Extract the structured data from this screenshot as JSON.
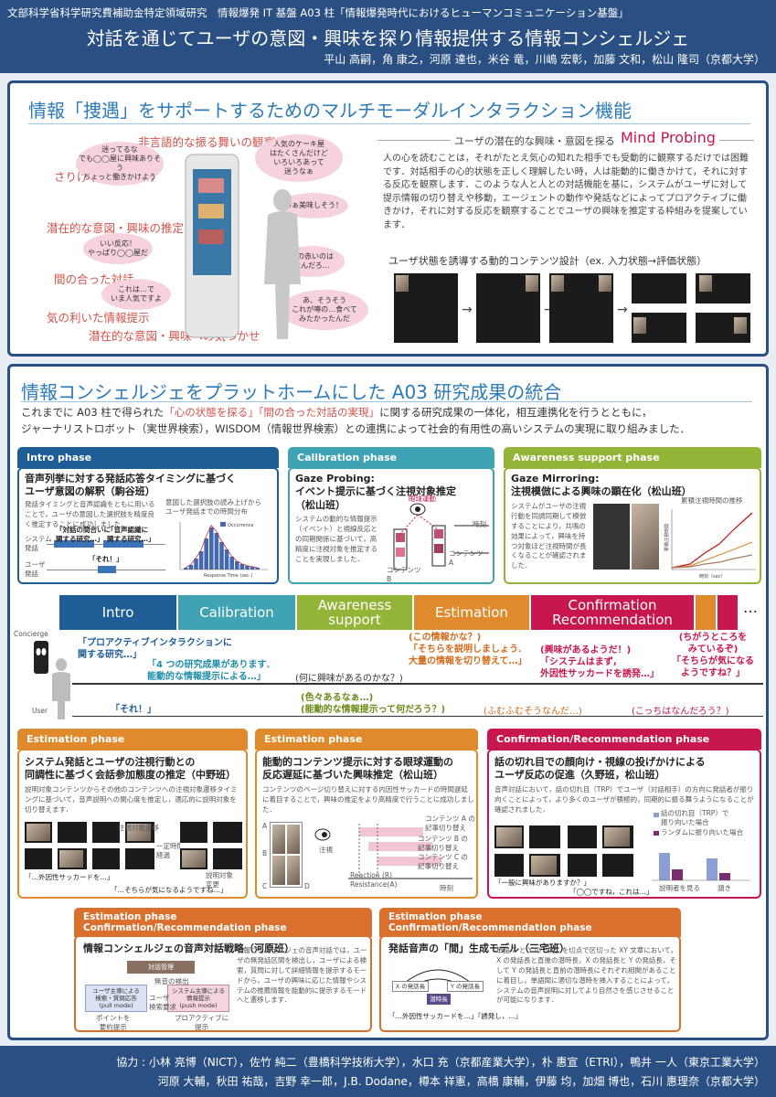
{
  "header": {
    "project": "文部科学省科学研究費補助金特定領域研究　情報爆発 IT 基盤 A03 柱「情報爆発時代におけるヒューマンコミュニケーション基盤」",
    "title": "対話を通じてユーザの意図・興味を探り情報提供する情報コンシェルジェ",
    "authors": "平山 高嗣，角 康之，河原 達也，米谷 竜，川嶋 宏彰，加藤 文和，松山 隆司（京都大学）"
  },
  "sec1": {
    "title": "情報「捜遇」をサポートするためのマルチモーダルインタラクション機能",
    "left_labels": [
      "非言語的な振る舞いの観察",
      "さりげない働きかけ",
      "潜在的な意図・興味の推定",
      "間の合った対話",
      "気の利いた情報提示",
      "潜在的な意図・興味への気づかせ"
    ],
    "bubbles": [
      "迷ってるな\nでも◯◯屋に興味ありそう\nちょっと働きかけよう",
      "いい反応！\nやっぱり◯◯屋だ",
      "これは…で\nいま人気ですよ",
      "人気のケーキ屋\nはたくさんだけど\nいろいろあって\n迷うなぁ",
      "わぁ美味しそう！",
      "この赤いのは\nなんだろ…",
      "あ、そうそう\nこれが噂の…食べて\nみたかったんだ"
    ],
    "mind_probing_sub": "ユーザの潜在的な興味・意図を探る",
    "mind_probing_title": "Mind Probing",
    "mind_probing_body": "人の心を読むことは，それがたとえ気心の知れた相手でも受動的に観察するだけでは困難です．対話相手の心的状態を正しく理解したい時，人は能動的に働きかけて，それに対する反応を観察します．このような人と人との対話機能を基に，システムがユーザに対して提示情報の切り替えや移動，エージェントの動作や発話などによってプロアクティブに働きかけ，それに対する反応を観察することでユーザの興味を推定する枠組みを提案しています．",
    "dynamic_title": "ユーザ状態を誘導する動的コンテンツ設計（ex. 入力状態→評価状態）"
  },
  "sec2": {
    "title": "情報コンシェルジェをプラットホームにした A03 研究成果の統合",
    "intro_line1_a": "これまでに A03 柱で得られた",
    "intro_line1_b": "「心の状態を探る」",
    "intro_line1_c": "「間の合った対話の実現」",
    "intro_line1_d": "に関する研究成果の一体化，相互連携化を行うとともに，",
    "intro_line2": "ジャーナリストロボット（実世界検索），WISDOM（情報世界検索）との連携によって社会的有用性の高いシステムの実現に取り組みました．"
  },
  "panels": {
    "intro": {
      "tab": "Intro phase",
      "title": "音声列挙に対する発話応答タイミングに基づく\nユーザ意図の解釈（駒谷班）",
      "body": "発話タイミングと音声認識をともに用いることで，ユーザの意図した選択肢を精度良く推定することに成功しました．",
      "chart_caption": "意図した選択肢の読み上げから\nユーザ発話までの時間分布",
      "chart_legend": "Occurrence",
      "chart_xlabel": "Response Time (sec.)",
      "sys_label": "システム\n発話",
      "user_label": "ユーザ\n発話",
      "sys_utt1": "「対話の間合いに\n関する研究…」",
      "sys_utt2": "「音声認識に\n関する研究…」",
      "user_utt": "「それ！」"
    },
    "calibration": {
      "tab": "Calibration phase",
      "title": "Gaze Probing:\nイベント提示に基づく注視対象推定\n（松山班）",
      "body": "システムの動的な情報提示（イベント）と視線反応との同期関係に基づいて，高精度に注視対象を推定することを実現しました．",
      "eye_label": "眼球運動",
      "time_label": "時刻",
      "content_b": "コンテンツ\nB",
      "content_a": "コンテンツ\nA"
    },
    "awareness": {
      "tab": "Awareness support phase",
      "title": "Gaze Mirroring:\n注視模倣による興味の顕在化（松山班）",
      "body": "システムがユーザの注視行動を同調同期して模倣することにより，共鳴の効果によって，興味を持つ対象ほど注視時間が長くなることが確認されました．",
      "chart_caption": "累積注視時間の推移",
      "chart_xlabel": "時刻（sec）",
      "chart_ylabel": "累積注視時間"
    },
    "est1": {
      "tab": "Estimation phase",
      "title": "システム発話とユーザの注視行動との\n同調性に基づく会話参加態度の推定（中野班）",
      "body": "説明対象コンテンツからその他のコンテンツへの注視対象遷移タイミングに基づいて，音声説明への関心度を推定し，適応的に説明対象を切り替えます．",
      "gaze_label": "注視対象遷移",
      "wait_label": "一定時間\n経過",
      "change_label": "説明対象\n変更",
      "quote1": "「…外因性サッカードを…」",
      "quote2": "「…そちらが気になるようですね…」"
    },
    "est2": {
      "tab": "Estimation phase",
      "title": "能動的コンテンツ提示に対する眼球運動の\n反応遅延に基づいた興味推定（松山班）",
      "body": "コンテンツのページ切り替えに対する内因性サッカードの時間遅延に着目することで，興味の推定をより高精度で行うことに成功しました．",
      "gaze": "注視",
      "sw_a": "コンテンツ A の\n記事切り替え",
      "sw_b": "コンテンツ B の\n記事切り替え",
      "sw_c": "コンテンツ C の\n記事切り替え",
      "reaction": "Reaction (R)",
      "resistance": "Resistance(A)",
      "time": "時刻",
      "labels": [
        "A",
        "B",
        "C",
        "D"
      ]
    },
    "conf": {
      "tab": "Confirmation/Recommendation phase",
      "title": "話の切れ目での顔向け・視線の投げかけによる\nユーザ反応の促進（久野班，松山班）",
      "body": "音声対話において，話の切れ目（TRP）でユーザ（対話相手）の方向に発話者が振り向くことによって，より多くのユーザが積極的，同期的に振る舞うようになることが確認されました．",
      "legend1": "話の切れ目（TRP）で\n振り向いた場合",
      "legend2": "ランダムに振り向いた場合",
      "xlabels": [
        "説明者を見る",
        "頷き"
      ],
      "quote1": "「一般に興味がありますか？」",
      "quote2": "「◯◯ですね，これは…」"
    },
    "est_conf1": {
      "tab": "Estimation phase\nConfirmation/Recommendation phase",
      "title": "情報コンシェルジェの音声対話戦略（河原班）",
      "body": "情報コンシェルジェの音声対話では，ユーザの無発話区間を検出し，ユーザによる検索，質問に対して詳細情報を提示するモードから，ユーザの興味に応じた情報やシステムの推薦情報を能動的に提示するモードへと遷移します．",
      "top": "対話管理",
      "left_box": "ユーザ主導による\n検索・質問応答\n(pull mode)",
      "right_box": "システム主導による\n情報提示\n(push mode)",
      "arrow_top": "無音の検出",
      "arrow_bottom": "ユーザ\n検索要求",
      "foot_left": "ポイントを\n要約提示",
      "foot_right": "プロアクティブに\n提示"
    },
    "est_conf2": {
      "tab": "Estimation phase\nConfirmation/Recommendation phase",
      "title": "発話音声の「間」生成モデル（三宅班）",
      "body": "単語 X と Y の「間」を切点で区切った XY 文章において，X の発話長と直後の潜時長，X の発話長と Y の発話長，そして Y の発話長と直前の潜時長にそれぞれ相関があることに着目し，単語間に適切な潜時を挿入することによって，システムの音声説明に対してより自然さを感じさせることが可能になります．",
      "x_label": "X の発話長",
      "y_label": "Y の発話長",
      "latency": "潜時長",
      "quote": "「…外因性サッカードを…」『誘発し，…』"
    }
  },
  "phases": {
    "names": [
      "Intro",
      "Calibration",
      "Awareness\nsupport",
      "Estimation",
      "Confirmation\nRecommendation",
      "",
      "",
      "…"
    ],
    "colors": [
      "#1f5d96",
      "#3fa3b3",
      "#93b437",
      "#e08a2e",
      "#c7174e",
      "#e08a2e",
      "#c7174e",
      "#ffffff"
    ],
    "concierge_label": "Concierge",
    "user_label": "User"
  },
  "dialogue": {
    "c1": "「プロアクティブインタラクションに\n関する研究…」",
    "c2": "「4 つの研究成果があります．\n能動的な情報提示による…」",
    "c3": "(何に興味があるのかな？)",
    "c4": "(この情報かな？)\n「そちらを説明しましょう．\n大量の情報を切り替えて…」",
    "c5": "(興味があるようだ！)\n「システムはまず，\n外因性サッカードを誘発…」",
    "c6": "(ちがうところを\nみているぞ)\n「そちらが気になる\nようですね？」",
    "u1": "「それ！」",
    "u2": "(色々あるなぁ…)\n(能動的な情報提示って何だろう？)",
    "u3": "(ふむふむそうなんだ…)",
    "u4": "(こっちはなんだろう？)"
  },
  "footer": {
    "line1": "協力 : 小林 亮博（NICT），佐竹 純二（豊橋科学技術大学），水口 充（京都産業大学），朴 惠宣（ETRI），鴨井 一人（東京工業大学）",
    "line2": "河原 大輔，秋田 祐哉，吉野 幸一郎，J.B. Dodane，樽本 祥憲，高橋 康輔，伊藤 均，加畑 博也，石川 惠理奈（京都大学）"
  }
}
